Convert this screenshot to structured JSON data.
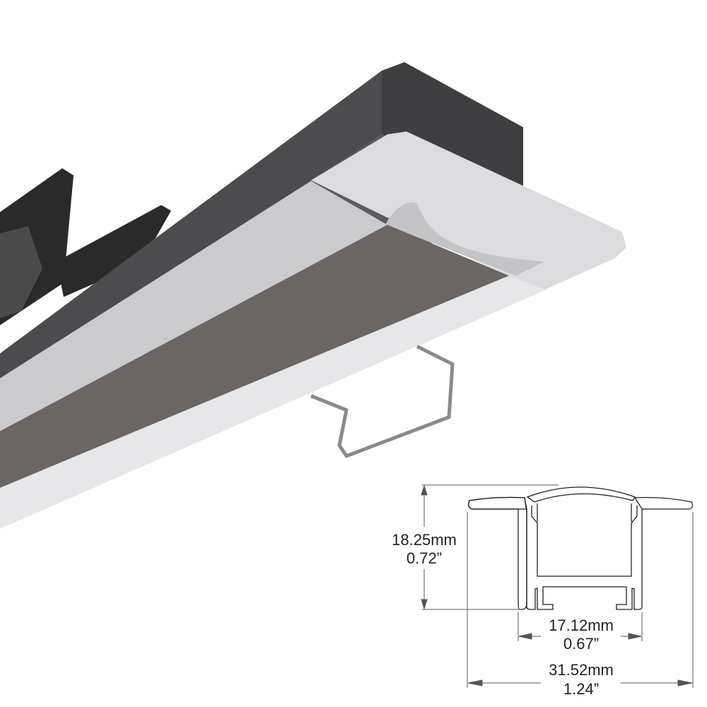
{
  "product": {
    "colors": {
      "housing": "#5b5b5d",
      "flange": "#d9d9db",
      "diffuser": "#6b6664",
      "clip": "#2a2a2a",
      "wire": "#8a8a8c"
    }
  },
  "dimensions": {
    "height": {
      "mm": "18.25mm",
      "inch": "0.72”"
    },
    "inner_width": {
      "mm": "17.12mm",
      "inch": "0.67”"
    },
    "overall_width": {
      "mm": "31.52mm",
      "inch": "1.24”"
    }
  }
}
